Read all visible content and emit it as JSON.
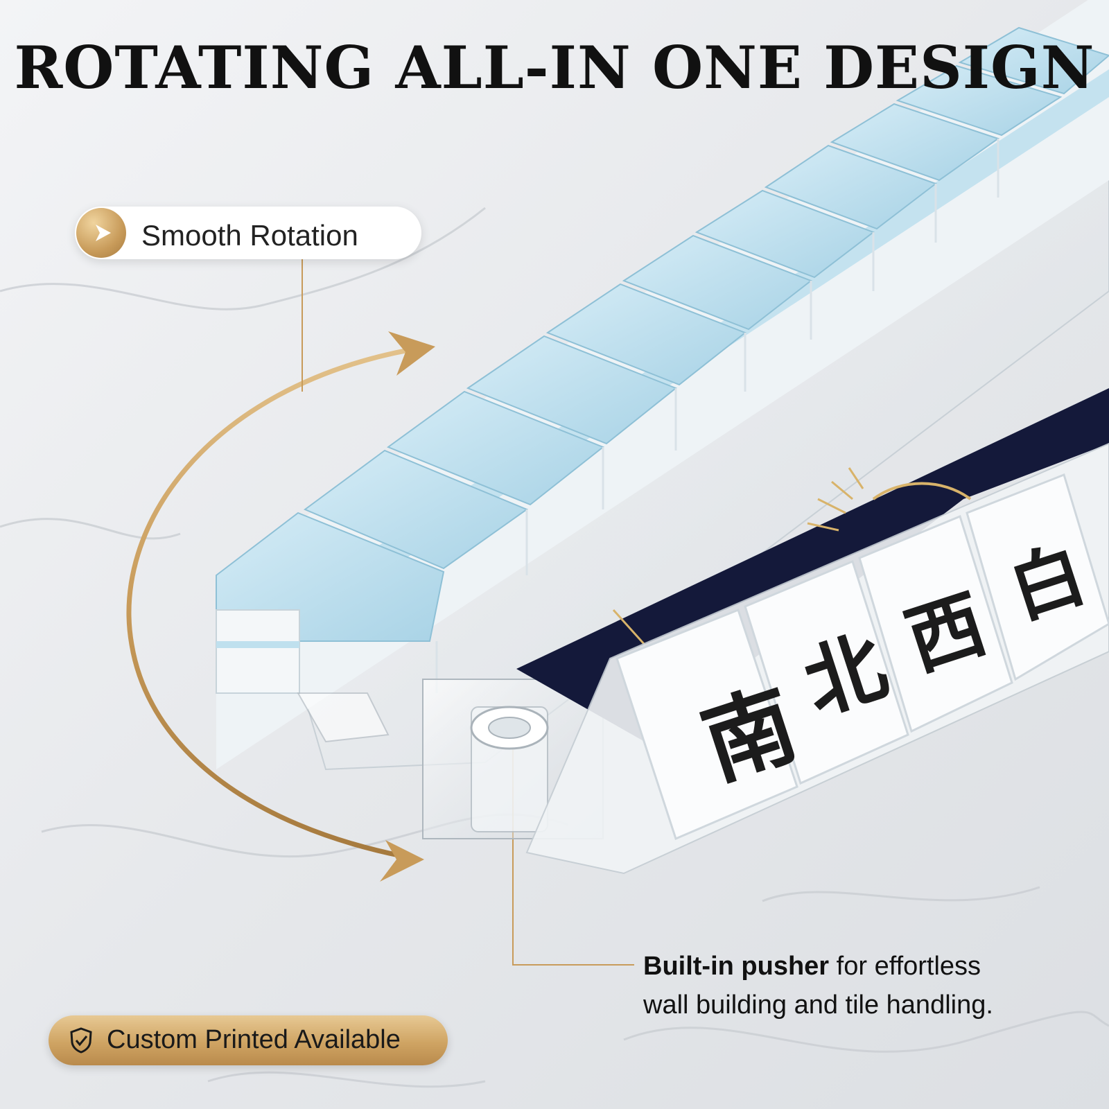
{
  "headline": "ROTATING ALL-IN ONE DESIGN",
  "badges": {
    "rotation": "Smooth Rotation",
    "custom": "Custom Printed Available"
  },
  "callout": {
    "bold": "Built-in pusher",
    "rest": " for effortless",
    "line2": "wall building and tile handling."
  },
  "tile_glyphs": [
    "南",
    "北",
    "西",
    "白"
  ],
  "colors": {
    "gold": "#c89b5a",
    "tile_blue": "#bfe0ee",
    "tile_white": "#f7f9fa",
    "navy": "#14193a",
    "ink": "#111111"
  },
  "icons": {
    "rotation_badge": "play-arrow-icon",
    "custom_badge": "check-shield-icon"
  }
}
